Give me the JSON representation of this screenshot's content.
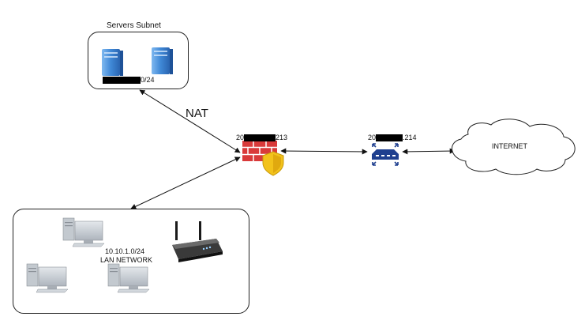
{
  "servers_subnet": {
    "title": "Servers Subnet",
    "subnet_suffix": "0/24"
  },
  "links": {
    "nat_label": "NAT"
  },
  "firewall": {
    "ip_prefix": "20",
    "ip_suffix": "213"
  },
  "router": {
    "ip_prefix": "20",
    "ip_suffix": ".214"
  },
  "internet": {
    "label": "INTERNET"
  },
  "lan": {
    "subnet": "10.10.1.0/24",
    "name": "LAN NETWORK"
  },
  "colors": {
    "server_blue": "#3f88d6",
    "firewall_red": "#d93a3a",
    "shield_yellow": "#f2c21b",
    "router_navy": "#1f3f8f",
    "monitor_gray": "#b8bec6"
  }
}
